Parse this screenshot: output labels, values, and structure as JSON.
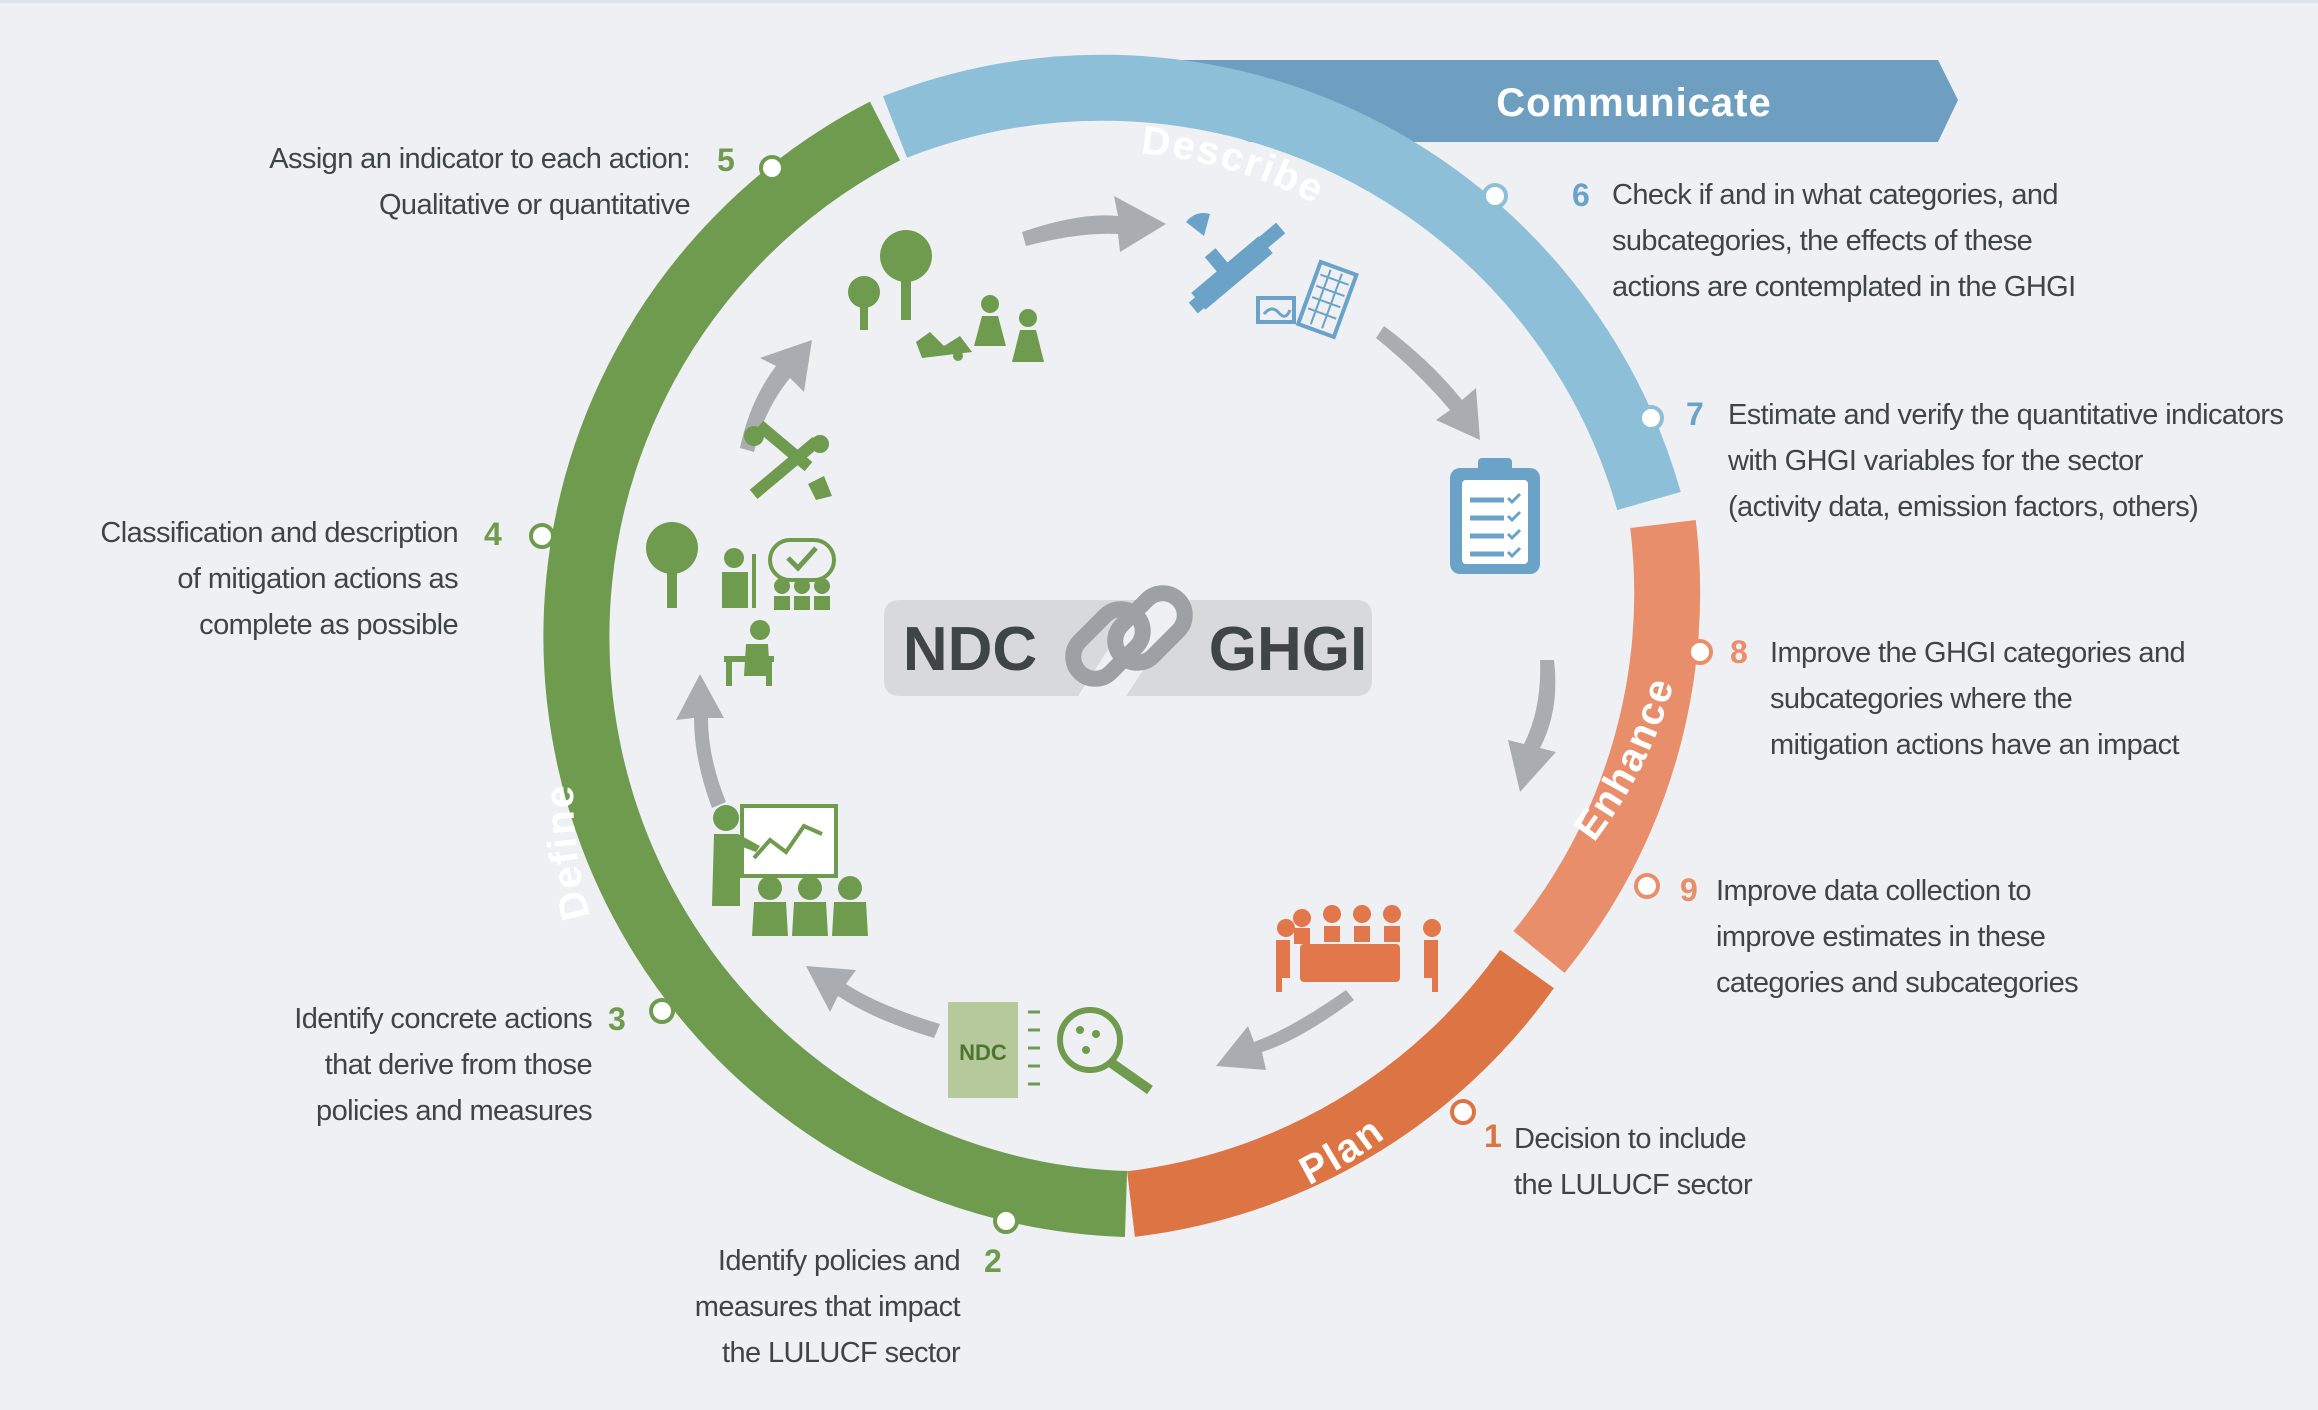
{
  "phases": {
    "communicate": "Communicate",
    "describe": "Describe",
    "enhance": "Enhance",
    "plan": "Plan",
    "define": "Define"
  },
  "center": {
    "left": "NDC",
    "right": "GHGI"
  },
  "icons": {
    "ndc_doc_label": "NDC",
    "names": [
      "trees-planting-icon",
      "satellite-icon",
      "checklist-icon",
      "meeting-table-icon",
      "ndc-document-search-icon",
      "presentation-audience-icon",
      "workshop-group-icon",
      "tools-icon"
    ]
  },
  "colors": {
    "define_green": "#6f9b4f",
    "describe_blue": "#8dc0d8",
    "communicate_blue": "#6e9ec0",
    "enhance_orange": "#e98e6a",
    "plan_orange": "#dc7443",
    "text_gray": "#3f4446",
    "arrow_gray": "#a9adb1"
  },
  "steps": [
    {
      "num": "1",
      "lines": [
        "Decision to include",
        "the LULUCF sector"
      ]
    },
    {
      "num": "2",
      "lines": [
        "Identify policies and",
        "measures that impact",
        "the LULUCF sector"
      ]
    },
    {
      "num": "3",
      "lines": [
        "Identify concrete actions",
        "that derive from those",
        "policies and measures"
      ]
    },
    {
      "num": "4",
      "lines": [
        "Classification and description",
        "of mitigation actions as",
        "complete as possible"
      ]
    },
    {
      "num": "5",
      "lines": [
        "Assign an indicator to each action:",
        "Qualitative or quantitative"
      ]
    },
    {
      "num": "6",
      "lines": [
        "Check if and in what categories, and",
        "subcategories, the effects of these",
        "actions are contemplated in the GHGI"
      ]
    },
    {
      "num": "7",
      "lines": [
        "Estimate and verify the quantitative indicators",
        "with GHGI variables for the sector",
        "(activity data, emission factors, others)"
      ]
    },
    {
      "num": "8",
      "lines": [
        "Improve the GHGI categories and",
        "subcategories where the",
        "mitigation actions have an impact"
      ]
    },
    {
      "num": "9",
      "lines": [
        "Improve data collection to",
        "improve estimates in these",
        "categories and subcategories"
      ]
    }
  ]
}
